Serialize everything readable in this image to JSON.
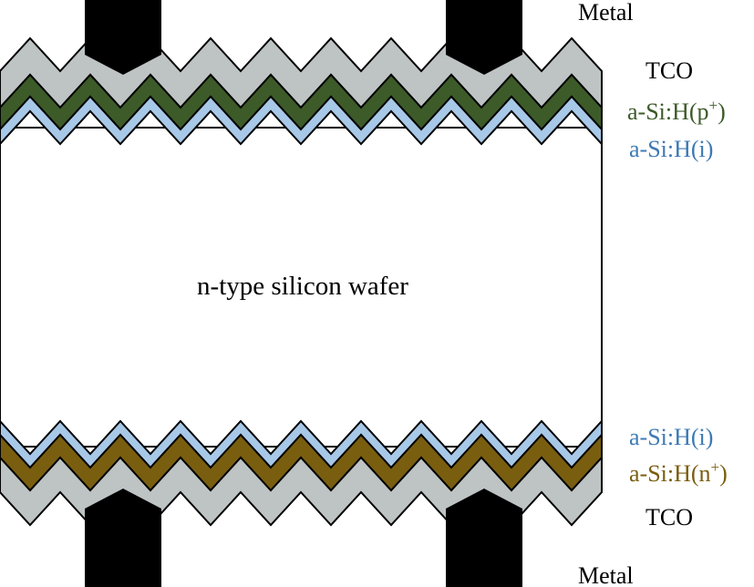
{
  "diagram": {
    "wafer_label": "n-type silicon wafer",
    "labels": {
      "metal_top": "Metal",
      "tco_top": "TCO",
      "p_layer": {
        "base": "a-Si:H(p",
        "sup": "+",
        "close": ")"
      },
      "i_top": "a-Si:H(i)",
      "i_bottom": "a-Si:H(i)",
      "n_layer": {
        "base": "a-Si:H(n",
        "sup": "+",
        "close": ")"
      },
      "tco_bottom": "TCO",
      "metal_bottom": "Metal"
    },
    "colors": {
      "metal": "#000000",
      "tco": "#bec3c4",
      "p_layer": "#3d5b29",
      "i_layer": "#a8c8e8",
      "n_layer": "#7a5e10",
      "wafer": "#ffffff",
      "outline": "#000000",
      "label_default": "#000000",
      "label_p": "#3d5b29",
      "label_i": "#3d7ab5",
      "label_n": "#7a5e10"
    }
  }
}
